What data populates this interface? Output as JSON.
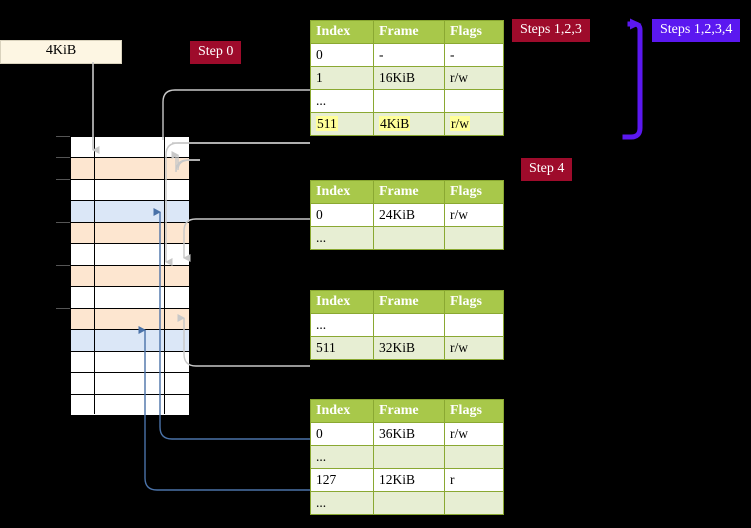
{
  "labels": {
    "kib_box": "4KiB",
    "step0": "Step 0",
    "step4": "Step 4",
    "steps123": "Steps 1,2,3",
    "steps1234": "Steps 1,2,3,4"
  },
  "colors": {
    "badge_red": "#9e0b2b",
    "badge_blue": "#5b18f0",
    "table_header": "#a8c84a",
    "table_alt_row": "#e7eed3",
    "highlight": "#ffff99",
    "mem_orange": "#fde6d0",
    "mem_blue": "#dbe7f7",
    "mem_white": "#ffffff",
    "arrow_grey": "#c8c8c8",
    "arrow_blue": "#4a72a8",
    "kib_box_bg": "#fdf6e3"
  },
  "tables": {
    "headers": [
      "Index",
      "Frame",
      "Flags"
    ],
    "t1": {
      "rows": [
        {
          "index": "0",
          "frame": "-",
          "flags": "-",
          "style": "plain"
        },
        {
          "index": "1",
          "frame": "16KiB",
          "flags": "r/w",
          "style": "alt"
        },
        {
          "index": "...",
          "frame": "",
          "flags": "",
          "style": "plain"
        },
        {
          "index": "511",
          "frame": "4KiB",
          "flags": "r/w",
          "style": "alt",
          "highlight": true
        }
      ]
    },
    "t2": {
      "rows": [
        {
          "index": "0",
          "frame": "24KiB",
          "flags": "r/w",
          "style": "plain"
        },
        {
          "index": "...",
          "frame": "",
          "flags": "",
          "style": "alt"
        }
      ]
    },
    "t3": {
      "rows": [
        {
          "index": "...",
          "frame": "",
          "flags": "",
          "style": "plain"
        },
        {
          "index": "511",
          "frame": "32KiB",
          "flags": "r/w",
          "style": "alt"
        }
      ]
    },
    "t4": {
      "rows": [
        {
          "index": "0",
          "frame": "36KiB",
          "flags": "r/w",
          "style": "plain"
        },
        {
          "index": "...",
          "frame": "",
          "flags": "",
          "style": "alt"
        },
        {
          "index": "127",
          "frame": "12KiB",
          "flags": "r",
          "style": "plain"
        },
        {
          "index": "...",
          "frame": "",
          "flags": "",
          "style": "alt"
        }
      ]
    }
  },
  "memory_grid": {
    "rows": [
      {
        "fill": "white",
        "tick": true
      },
      {
        "fill": "orange",
        "tick": true
      },
      {
        "fill": "white",
        "tick": true
      },
      {
        "fill": "blue",
        "tick": false
      },
      {
        "fill": "orange",
        "tick": true
      },
      {
        "fill": "white",
        "tick": false
      },
      {
        "fill": "orange",
        "tick": true
      },
      {
        "fill": "white",
        "tick": false
      },
      {
        "fill": "orange",
        "tick": true
      },
      {
        "fill": "blue",
        "tick": false
      },
      {
        "fill": "white",
        "tick": false
      },
      {
        "fill": "white",
        "tick": false
      },
      {
        "fill": "white",
        "tick": false
      }
    ]
  }
}
